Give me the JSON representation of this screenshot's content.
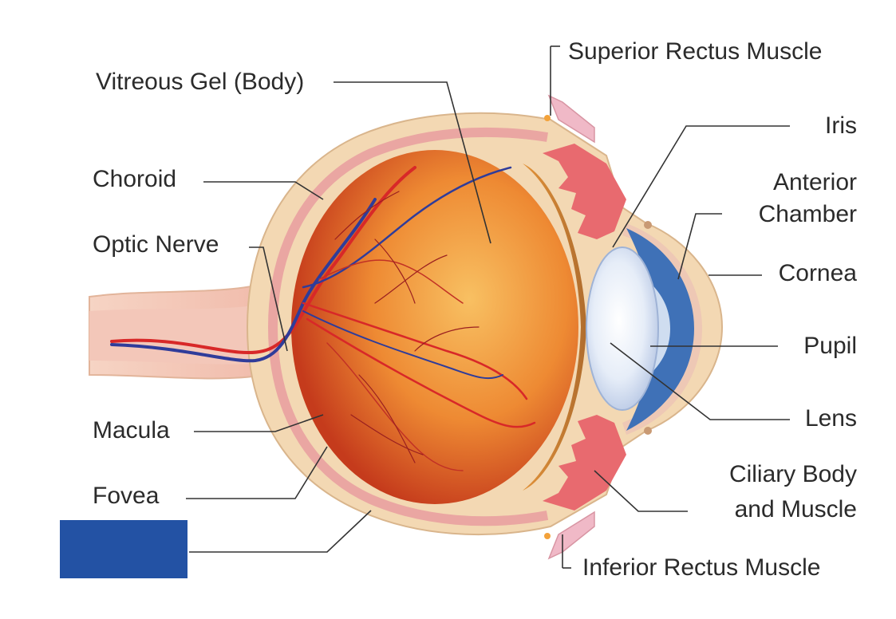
{
  "labels": {
    "superior_rectus": "Superior Rectus Muscle",
    "vitreous_gel": "Vitreous Gel (Body)",
    "iris": "Iris",
    "choroid": "Choroid",
    "anterior_chamber_1": "Anterior",
    "anterior_chamber_2": "Chamber",
    "optic_nerve": "Optic Nerve",
    "cornea": "Cornea",
    "pupil": "Pupil",
    "macula": "Macula",
    "lens": "Lens",
    "fovea": "Fovea",
    "ciliary_1": "Ciliary Body",
    "ciliary_2": "and Muscle",
    "inferior_rectus": "Inferior Rectus Muscle"
  },
  "colors": {
    "sclera": "#f2d3aa",
    "choroid_band": "#e9a3a0",
    "eyeball_inner": "#f6b256",
    "eyeball_outer": "#c9431f",
    "lens_blue": "#3a6eb5",
    "iris_pink": "#e96f78",
    "vessel_red": "#d82828",
    "vessel_blue": "#2f3c9a",
    "masked_box": "#2352a4",
    "leader_line": "#333333"
  }
}
